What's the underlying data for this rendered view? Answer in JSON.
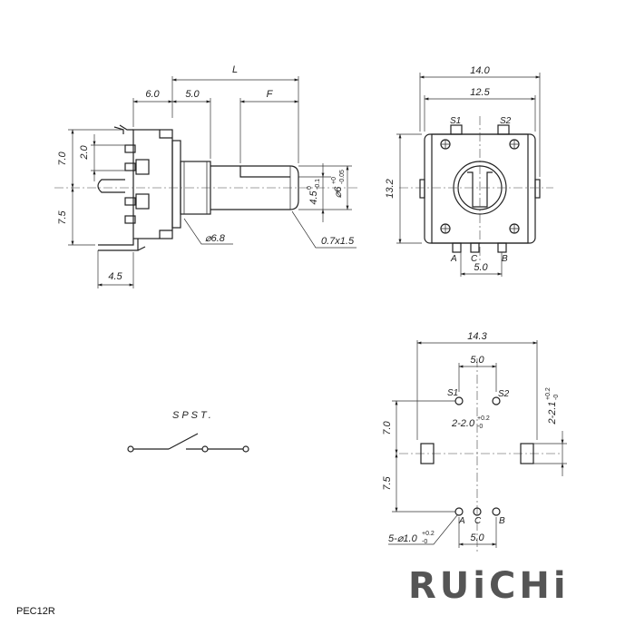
{
  "side_view": {
    "dim_L": "L",
    "dim_6_0": "6.0",
    "dim_5_0": "5.0",
    "dim_F": "F",
    "dim_7_0": "7.0",
    "dim_2_0": "2.0",
    "dim_7_5": "7.5",
    "dim_4_5": "4.5",
    "dim_4_5_tol_upper": "0",
    "dim_4_5_tol_lower": "-0.1",
    "dim_dia6": "⌀6",
    "dim_dia6_tol_upper": "+0",
    "dim_dia6_tol_lower": "-0.05",
    "dim_dia6_8": "⌀6.8",
    "dim_chamfer": "0.7x1.5",
    "dim_4_5_pin": "4.5"
  },
  "front_view": {
    "dim_14_0": "14.0",
    "dim_12_5": "12.5",
    "dim_13_2": "13.2",
    "label_s1": "S1",
    "label_s2": "S2",
    "label_a": "A",
    "label_c": "C",
    "label_b": "B",
    "dim_5_0": "5.0"
  },
  "switch": {
    "label": "SPST."
  },
  "footprint": {
    "dim_14_3": "14.3",
    "dim_5_0_top": "5.0",
    "label_s1": "S1",
    "label_s2": "S2",
    "hole_label": "2-2.0",
    "hole_tol_upper": "+0.2",
    "hole_tol_lower": "-0",
    "slot_label": "2-2.1",
    "slot_tol_upper": "+0.2",
    "slot_tol_lower": "-0",
    "dim_7_0": "7.0",
    "dim_7_5": "7.5",
    "pin_label": "5-⌀1.0",
    "pin_tol_upper": "+0.2",
    "pin_tol_lower": "-0",
    "label_a": "A",
    "label_c": "C",
    "label_b": "B",
    "dim_5_0_bottom": "5.0"
  },
  "brand": "RUiCHi",
  "model": "PEC12R"
}
